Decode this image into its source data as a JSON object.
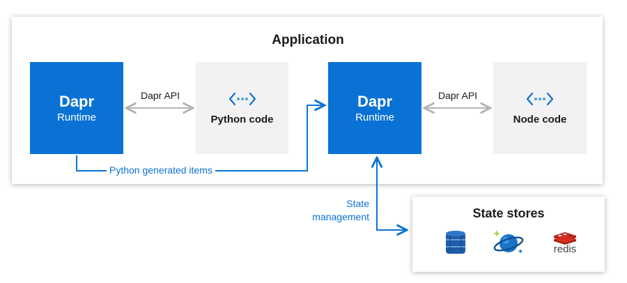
{
  "application": {
    "title": "Application"
  },
  "runtimes": [
    {
      "name": "Dapr",
      "subtitle": "Runtime"
    },
    {
      "name": "Dapr",
      "subtitle": "Runtime"
    }
  ],
  "code_blocks": [
    {
      "label": "Python code",
      "icon": "code-brackets-icon"
    },
    {
      "label": "Node code",
      "icon": "code-brackets-icon"
    }
  ],
  "connections": {
    "api_left": "Dapr API",
    "api_right": "Dapr API",
    "generated": "Python generated items",
    "state": "State management"
  },
  "state_stores": {
    "title": "State stores",
    "items": [
      {
        "icon": "database-stack-icon",
        "color": "#1e5ba8"
      },
      {
        "icon": "cosmos-db-icon",
        "color": "#1a73c4"
      },
      {
        "icon": "redis-icon",
        "label": "redis",
        "color": "#c6302b"
      }
    ]
  },
  "colors": {
    "accent": "#0a72d4",
    "code_bg": "#f2f2f2",
    "connector_gray": "#b4b4b4"
  }
}
